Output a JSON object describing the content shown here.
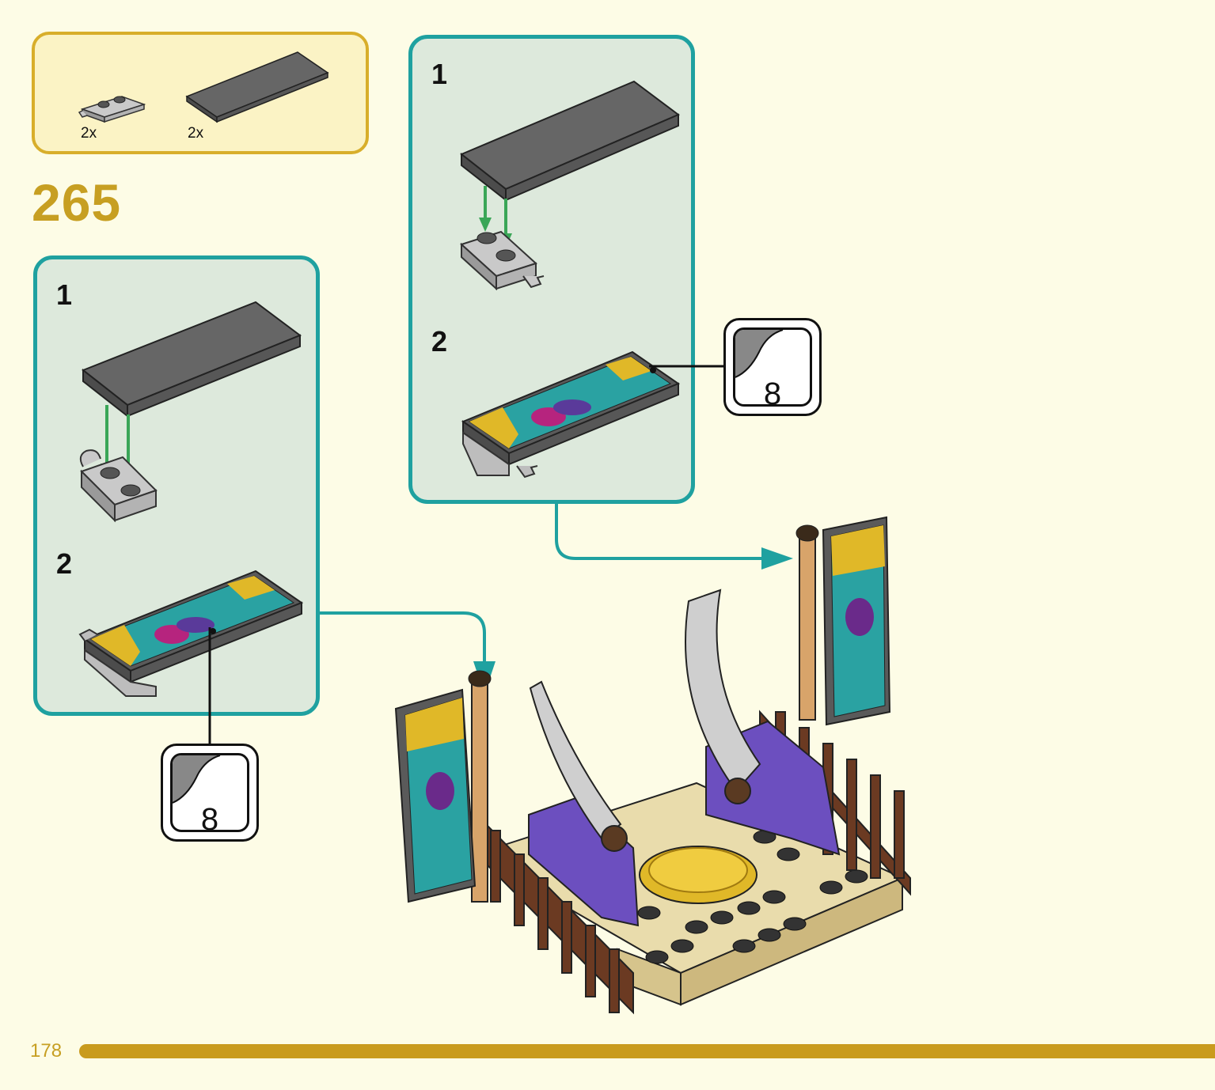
{
  "parts_list": {
    "items": [
      {
        "name": "plate-with-clip-icon",
        "quantity": "2x"
      },
      {
        "name": "tile-2x6-dark-gray-icon",
        "quantity": "2x"
      }
    ]
  },
  "step": {
    "number": "265"
  },
  "subassembly_left": {
    "steps": [
      {
        "label": "1"
      },
      {
        "label": "2"
      }
    ],
    "sticker": {
      "number": "8"
    }
  },
  "subassembly_right": {
    "steps": [
      {
        "label": "1"
      },
      {
        "label": "2"
      }
    ],
    "sticker": {
      "number": "8"
    }
  },
  "page": {
    "number": "178"
  },
  "colors": {
    "page_bg": "#fdfce6",
    "accent_gold": "#c79f22",
    "panel_teal": "#1fa1a0",
    "panel_bg": "#dde9dc",
    "arrow_green": "#3aa657"
  }
}
